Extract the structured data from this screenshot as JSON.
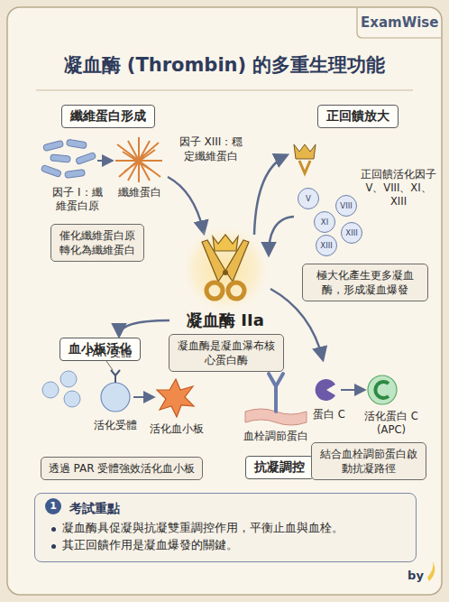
{
  "diagram": {
    "title": "凝血酶 (Thrombin) 的多重生理功能",
    "nodes": [
      {
        "text": [
          "纖維蛋白形成"
        ]
      },
      {
        "text": [
          "正回饋放大"
        ]
      },
      {
        "text": [
          "催化纖維蛋白原轉化為纖維蛋白"
        ]
      },
      {
        "text": [
          "V"
        ]
      },
      {
        "text": [
          "VIII"
        ]
      },
      {
        "text": [
          "XI"
        ]
      },
      {
        "text": [
          "XIII"
        ]
      },
      {
        "text": [
          "XIII"
        ]
      },
      {
        "text": [
          "極大化產生更多凝血酶，形成凝血爆發"
        ]
      },
      {
        "text": [
          "凝血酶 IIa"
        ]
      },
      {
        "text": [
          "凝血酶是凝血瀑布核心蛋白酶"
        ]
      },
      {
        "text": [
          "血小板活化"
        ]
      },
      {
        "text": [
          "透過 PAR 受體強效活化血小板"
        ]
      },
      {
        "text": [
          "抗凝調控"
        ]
      },
      {
        "text": [
          "結合血栓調節蛋白啟動抗凝路徑"
        ]
      },
      {
        "text": [
          "考試重點",
          "凝血酶具促凝與抗凝雙重調控作用，平衡止血與血栓。",
          "其正回饋作用是凝血爆發的關鍵。"
        ]
      }
    ],
    "edges": [
      {
        "from": 9,
        "to": 11,
        "arrow": "to"
      }
    ],
    "labels": [
      "ExamWise",
      "因子 I：纖維蛋白原",
      "纖維蛋白",
      "因子 XIII：穩定纖維蛋白",
      "正回饋活化因子 V、VIII、XI、XIII",
      "PAR 受體",
      "活化受體",
      "活化血小板",
      "血栓調節蛋白",
      "蛋白 C",
      "活化蛋白 C (APC)",
      "1",
      "by"
    ]
  }
}
